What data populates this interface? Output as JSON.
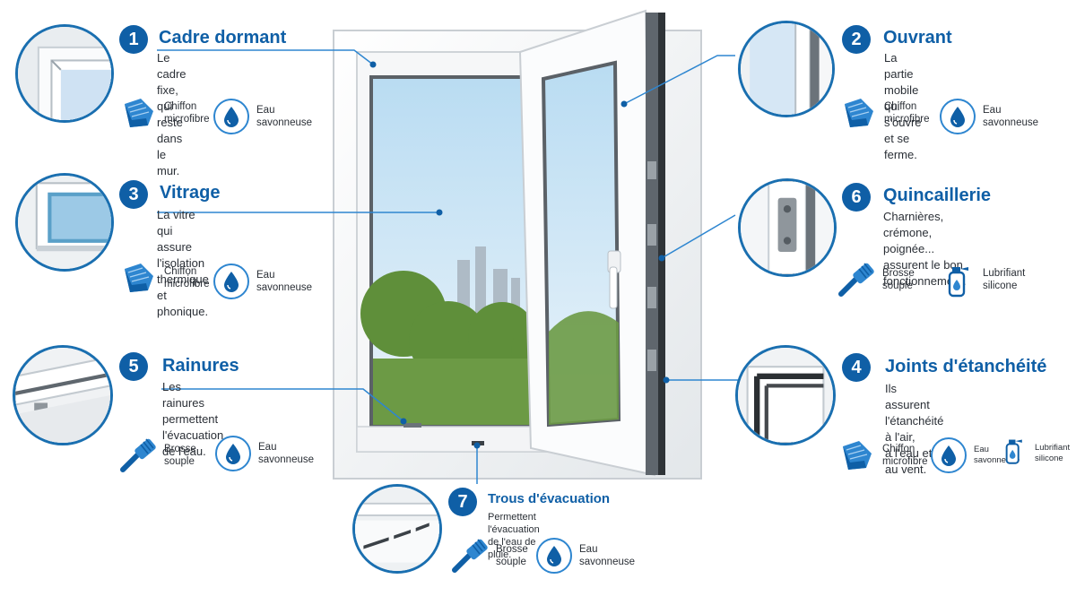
{
  "colors": {
    "accent": "#0f5fa6",
    "accent_light": "#2e86d0",
    "thumb_border": "#1a6fb0"
  },
  "callouts": [
    {
      "number": "1",
      "title": "Cadre dormant",
      "description": "Le cadre fixe, qui reste\ndans le mur.",
      "tools": [
        {
          "icon": "microfiber-cloth-icon",
          "label": "Chiffon\nmicrofibre"
        },
        {
          "icon": "water-drop-icon",
          "label": "Eau\nsavonneuse"
        }
      ]
    },
    {
      "number": "2",
      "title": "Ouvrant",
      "description": "La partie mobile qui s'ouvre\net se ferme.",
      "tools": [
        {
          "icon": "microfiber-cloth-icon",
          "label": "Chiffon\nmicrofibre"
        },
        {
          "icon": "water-drop-icon",
          "label": "Eau\nsavonneuse"
        }
      ]
    },
    {
      "number": "3",
      "title": "Vitrage",
      "description": "La vitre qui assure\nl'isolation thermique et phonique.",
      "tools": [
        {
          "icon": "microfiber-cloth-icon",
          "label": "Chiffon\nmicrofibre"
        },
        {
          "icon": "water-drop-icon",
          "label": "Eau\nsavonneuse"
        }
      ]
    },
    {
      "number": "6",
      "title": "Quincaillerie",
      "description": "Charnières, crémone, poignée...\nassurent le bon fonctionnement.",
      "tools": [
        {
          "icon": "soft-brush-icon",
          "label": "Brosse\nsouple"
        },
        {
          "icon": "silicone-spray-icon",
          "label": "Lubrifiant\nsilicone"
        }
      ]
    },
    {
      "number": "5",
      "title": "Rainures",
      "description": "Les rainures permettent\nl'évacuation de l'eau.",
      "tools": [
        {
          "icon": "soft-brush-icon",
          "label": "Brosse\nsouple"
        },
        {
          "icon": "water-drop-icon",
          "label": "Eau\nsavonneuse"
        }
      ]
    },
    {
      "number": "4",
      "title": "Joints d'étanchéité",
      "description": "Ils assurent l'étanchéité à l'air,\nà l'eau et au vent.",
      "tools": [
        {
          "icon": "microfiber-cloth-icon",
          "label": "Chiffon\nmicrofibre"
        },
        {
          "icon": "water-drop-icon",
          "label": "Eau\nsavonneuse"
        },
        {
          "icon": "silicone-spray-icon",
          "label": "Lubrifiant\nsilicone"
        }
      ]
    },
    {
      "number": "7",
      "title": "Trous d'évacuation",
      "description": "Permettent l'évacuation de l'eau de pluie.",
      "tools": [
        {
          "icon": "soft-brush-icon",
          "label": "Brosse\nsouple"
        },
        {
          "icon": "water-drop-icon",
          "label": "Eau\nsavonneuse"
        }
      ]
    }
  ]
}
